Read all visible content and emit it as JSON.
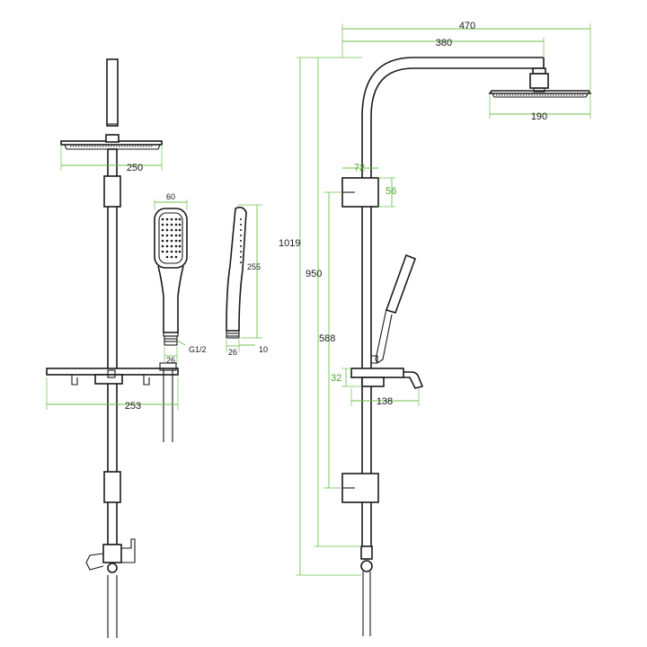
{
  "dimensions": {
    "front_head_width": "250",
    "front_shelf_width": "253",
    "handshower_width": "60",
    "handshower_length": "255",
    "connector_thread": "G1/2",
    "handshower_base_front": "26",
    "handshower_base_side": "26",
    "handshower_depth": "10",
    "total_reach": "470",
    "arm_reach": "380",
    "head_diameter": "190",
    "total_height": "1019",
    "column_height": "950",
    "slide_distance": "588",
    "wall_offset": "72",
    "bracket_height": "56",
    "shelf_height": "32",
    "shelf_depth": "138"
  },
  "colors": {
    "line": "#1a1a1a",
    "dimension": "#6cc24a",
    "dimension_text": "#4aa52e"
  }
}
